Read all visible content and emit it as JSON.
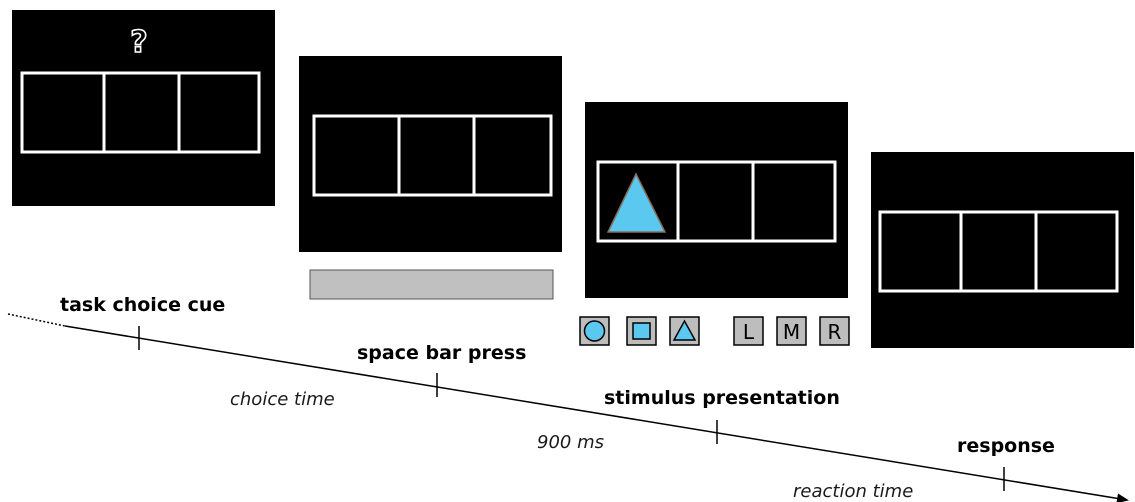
{
  "screens": [
    {
      "name": "task-choice-screen",
      "cue": "?"
    },
    {
      "name": "space-bar-screen"
    },
    {
      "name": "stimulus-screen"
    },
    {
      "name": "response-screen"
    }
  ],
  "response_keys": {
    "shapes": [
      "circle-icon",
      "square-icon",
      "triangle-icon"
    ],
    "letters": [
      "L",
      "M",
      "R"
    ]
  },
  "timeline": {
    "events": [
      "task choice cue",
      "space bar press",
      "stimulus presentation",
      "response"
    ],
    "intervals": [
      "choice time",
      "900 ms",
      "reaction time"
    ]
  },
  "colors": {
    "screen": "#000000",
    "frame": "#ffffff",
    "stimulus": "#5bc8ef",
    "key_fill": "#bdbdbd",
    "space_bar": "#c0c0c0"
  }
}
